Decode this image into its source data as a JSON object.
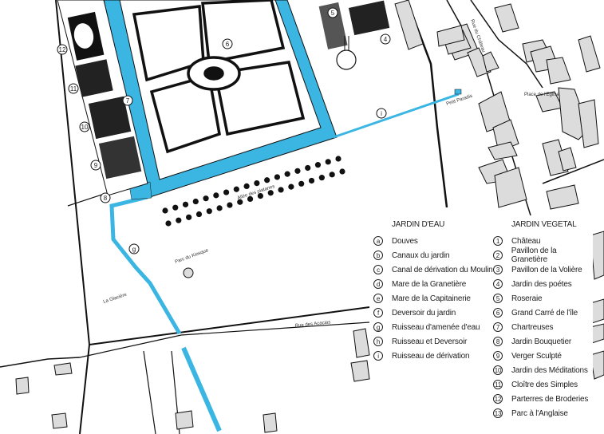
{
  "colors": {
    "water": "#3bb6e2",
    "building": "#dcdcdc",
    "line": "#111111"
  },
  "map_labels": {
    "petit_paradis": "Petit Paradis",
    "rue_chateau": "Rue du Château",
    "place_eglise": "Place de l'Eglise",
    "allee_platanes": "Allée des platanes",
    "parc_kiosque": "Parc du Kiosque",
    "glaciere": "La Glacière",
    "rue_acacias": "Rue des Acacias"
  },
  "map_markers": {
    "m12": "12",
    "m11": "11",
    "m10": "10",
    "m9": "9",
    "m8": "8",
    "m7": "7",
    "m6": "6",
    "m5": "5",
    "m4": "4",
    "mi": "i",
    "mg": "g"
  },
  "legend_eau": {
    "title": "JARDIN D'EAU",
    "items": [
      {
        "key": "a",
        "label": "Douves"
      },
      {
        "key": "b",
        "label": "Canaux du jardin"
      },
      {
        "key": "c",
        "label": "Canal de dérivation du Moulin"
      },
      {
        "key": "d",
        "label": "Mare de la Granetière"
      },
      {
        "key": "e",
        "label": "Mare de la Capitainerie"
      },
      {
        "key": "f",
        "label": "Deversoir du jardin"
      },
      {
        "key": "g",
        "label": "Ruisseau d'amenée d'eau"
      },
      {
        "key": "h",
        "label": "Ruisseau et Deversoir"
      },
      {
        "key": "i",
        "label": "Ruisseau de dérivation"
      }
    ]
  },
  "legend_vegetal": {
    "title": "JARDIN VEGETAL",
    "items": [
      {
        "key": "1",
        "label": "Château"
      },
      {
        "key": "2",
        "label": "Pavillon de la Granetière"
      },
      {
        "key": "3",
        "label": "Pavillon de la Volière"
      },
      {
        "key": "4",
        "label": "Jardin des poétes"
      },
      {
        "key": "5",
        "label": "Roseraie"
      },
      {
        "key": "6",
        "label": "Grand Carré de l'île"
      },
      {
        "key": "7",
        "label": "Chartreuses"
      },
      {
        "key": "8",
        "label": "Jardin Bouquetier"
      },
      {
        "key": "9",
        "label": "Verger Sculpté"
      },
      {
        "key": "10",
        "label": "Jardin des Méditations"
      },
      {
        "key": "11",
        "label": "Cloître des Simples"
      },
      {
        "key": "12",
        "label": "Parterres de Broderies"
      },
      {
        "key": "13",
        "label": "Parc à l'Anglaise"
      }
    ]
  }
}
